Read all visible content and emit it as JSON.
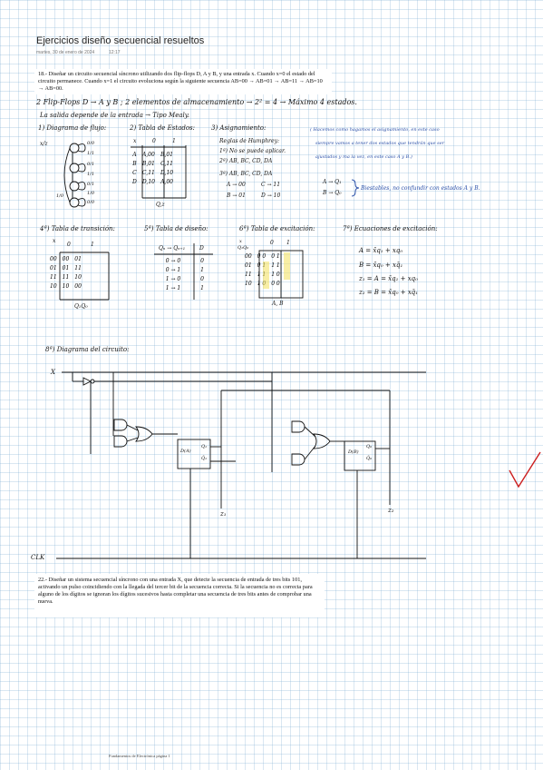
{
  "header": {
    "title": "Ejercicios diseño secuencial resueltos",
    "date": "martes, 30 de enero de 2024",
    "time": "12:17"
  },
  "problem18": {
    "text": "18.- Diseñar un circuito secuencial síncrono utilizando dos flip-flops D, A y B, y una entrada x. Cuando x=0 el estado del circuito permanece. Cuando x=1 el circuito evoluciona según la siguiente secuencia AB=00 → AB=01 → AB=11 → AB=10 → AB=00."
  },
  "notes": {
    "line1": "2 Flip-Flops D → A y B ;  2 elementos de almacenamiento → 2² = 4 → Máximo 4 estados.",
    "line2": "La salida depende de la entrada → Tipo Mealy."
  },
  "sections": {
    "s1": "1) Diagrama de flujo:",
    "s2": "2) Tabla de Estados:",
    "s3": "3) Asignamiento:",
    "s4": "4ª) Tabla de transición:",
    "s5": "5ª) Tabla de diseño:",
    "s6": "6ª) Tabla de excitación:",
    "s7": "7ª) Ecuaciones de excitación:",
    "s8": "8ª) Diagrama del circuito:"
  },
  "flow": {
    "io": "x/z",
    "labels": [
      "0/0",
      "1/1",
      "0/1",
      "1/1",
      "0/1",
      "1/0",
      "0/0",
      "1/0"
    ]
  },
  "state_table": {
    "hdr_x": "x",
    "hdr_0": "0",
    "hdr_1": "1",
    "rows": [
      [
        "A",
        "A,00",
        "B,01"
      ],
      [
        "B",
        "B,01",
        "C,11"
      ],
      [
        "C",
        "C,11",
        "D,10"
      ],
      [
        "D",
        "D,10",
        "A,00"
      ]
    ],
    "foot": "Q,z"
  },
  "assign": {
    "r1": "Reglas de Humphrey:",
    "r2": "1ª) No se puede aplicar.",
    "r3": "2ª) AB, BC, CD, DA",
    "r4": "3ª) AB, BC, CD, DA",
    "m1": "A → 00",
    "m2": "C → 11",
    "m3": "B → 01",
    "m4": "D → 10"
  },
  "blue_note": {
    "l1": "( Hacemos como hagamos el asignamiento, en este caso",
    "l2": "siempre vamos a tener dos estados que tendrán que ser",
    "l3": "ajustados y ma la vez, en este caso A y B.)",
    "m1": "A → Q₁",
    "m2": "B → Q₀",
    "brace_text": "Biestables, no confundir con estados A y B."
  },
  "trans_table": {
    "hdr_x": "x",
    "hdr_0": "0",
    "hdr_1": "1",
    "rows": [
      [
        "00",
        "00",
        "01"
      ],
      [
        "01",
        "01",
        "11"
      ],
      [
        "11",
        "11",
        "10"
      ],
      [
        "10",
        "10",
        "00"
      ]
    ],
    "foot": "Q₁Q₀"
  },
  "design_table": {
    "h1": "Qₙ → Qₙ₊₁",
    "h2": "D",
    "rows": [
      [
        "0 → 0",
        "0"
      ],
      [
        "0 → 1",
        "1"
      ],
      [
        "1 → 0",
        "0"
      ],
      [
        "1 → 1",
        "1"
      ]
    ]
  },
  "exc_table": {
    "hdr_x": "x",
    "hdr_q": "Q₁Q₀",
    "hdr_0": "0",
    "hdr_1": "1",
    "rows": [
      [
        "00",
        "0 0",
        "0 1"
      ],
      [
        "01",
        "0 1",
        "1 1"
      ],
      [
        "11",
        "1 1",
        "1 0"
      ],
      [
        "10",
        "1 0",
        "0 0"
      ]
    ],
    "foot": "A, B"
  },
  "equations": {
    "e1": "A = x̄q₁ + xq₀",
    "e2": "B = x̄q₀ + xq̄₁",
    "e3": "z₁ = A = x̄q₁ + xq₀",
    "e4": "z₂ = B = x̄q₀ + xq̄₁"
  },
  "circuit": {
    "x": "X",
    "clk": "CLK",
    "ffA": "D(A)",
    "ffB": "D(B)",
    "qa": "Q₁",
    "qa_n": "Q̄₁",
    "qb": "Q₀",
    "qb_n": "Q̄₀",
    "z1": "z₁",
    "z2": "z₂"
  },
  "problem22": {
    "text": "22.- Diseñar un sistema secuencial síncrono con una entrada X, que detecte la secuencia de entrada de tres bits 101, activando un pulso coincidiendo con la llegada del tercer bit de la secuencia correcta. Si la secuencia no es correcta para alguno de los dígitos se ignoran los dígitos sucesivos hasta completar una secuencia de tres bits antes de comprobar una nueva."
  },
  "footer": "Fundamentos de Electrónica página 1",
  "colors": {
    "ink": "#111111",
    "blue_ink": "#2a4fa8",
    "grid": "#78aad2",
    "check": "#cc1f1f",
    "highlight": "#f4e36a"
  }
}
